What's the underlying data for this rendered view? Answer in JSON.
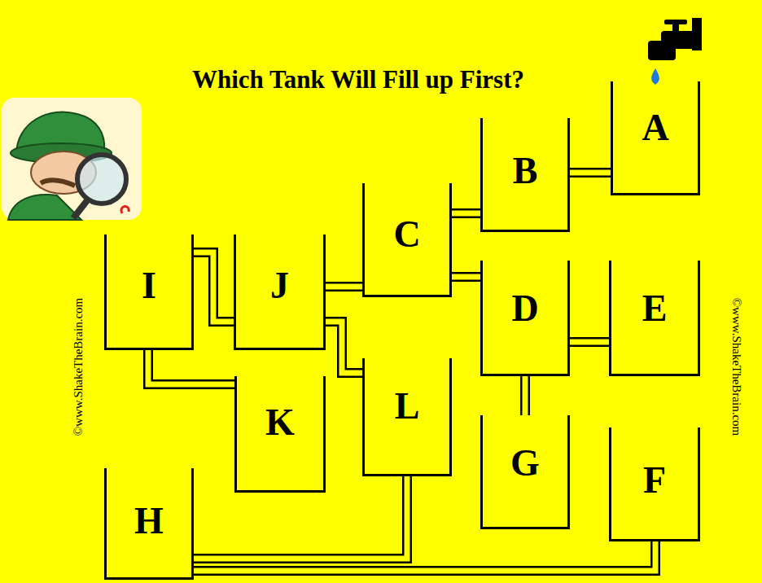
{
  "diagram": {
    "title": "Which Tank Will Fill up First?",
    "nodes": [
      {
        "text": [
          "A"
        ]
      },
      {
        "text": [
          "B"
        ]
      },
      {
        "text": [
          "C"
        ]
      },
      {
        "text": [
          "I"
        ]
      },
      {
        "text": [
          "J"
        ]
      },
      {
        "text": [
          "D"
        ]
      },
      {
        "text": [
          "E"
        ]
      },
      {
        "text": [
          "K"
        ]
      },
      {
        "text": [
          "L"
        ]
      },
      {
        "text": [
          "G"
        ]
      },
      {
        "text": [
          "F"
        ]
      },
      {
        "text": [
          "H"
        ]
      }
    ],
    "edges": [
      {
        "from": 0,
        "to": 1,
        "arrow": "none"
      },
      {
        "from": 1,
        "to": 2,
        "arrow": "none"
      },
      {
        "from": 2,
        "to": 5,
        "arrow": "none"
      },
      {
        "from": 2,
        "to": 4,
        "arrow": "none"
      },
      {
        "from": 4,
        "to": 8,
        "arrow": "none"
      },
      {
        "from": 4,
        "to": 3,
        "arrow": "none"
      },
      {
        "from": 3,
        "to": 7,
        "arrow": "none"
      },
      {
        "from": 5,
        "to": 6,
        "arrow": "none"
      },
      {
        "from": 5,
        "to": 9,
        "arrow": "none"
      },
      {
        "from": 8,
        "to": 11,
        "arrow": "none"
      },
      {
        "from": 10,
        "to": 11,
        "arrow": "none"
      }
    ],
    "labels": [
      "©www.ShakeTheBrain.com",
      "©www.ShakeTheBrain.com"
    ]
  }
}
